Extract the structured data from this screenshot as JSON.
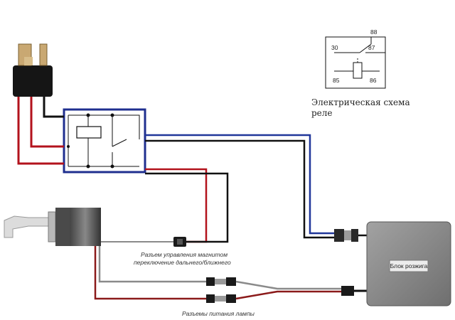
{
  "caption": {
    "line1": "Электрическая схема",
    "line2": "реле"
  },
  "relay_schematic": {
    "pins": [
      "88",
      "30",
      "87",
      "85",
      "86"
    ]
  },
  "labels": {
    "magnet_connector_line1": "Разъем управления магнитом",
    "magnet_connector_line2": "переключение дальнего/ближнего",
    "lamp_power_connectors": "Разъемы питания лампы",
    "ignition_unit": "Блок розжига"
  },
  "colors": {
    "relay_outline": "#1f2f8f",
    "wire_red": "#b3121c",
    "wire_black": "#111111",
    "wire_blue": "#21379a",
    "wire_gray": "#8a8a8a",
    "ignition_box": "#8c8c8c"
  }
}
